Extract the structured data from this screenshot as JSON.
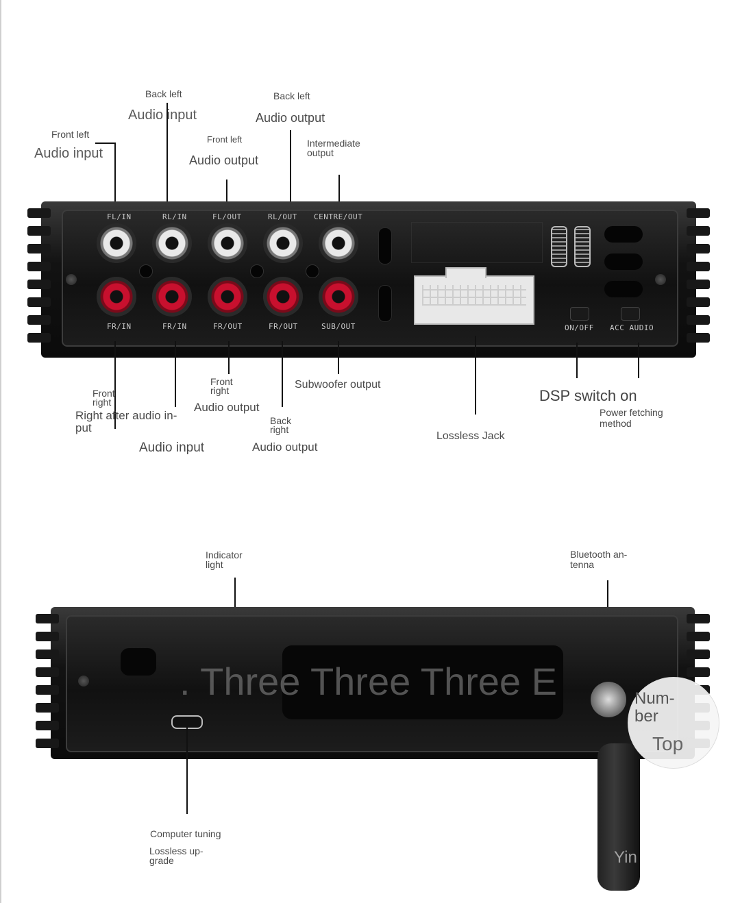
{
  "front_labels": {
    "fl_in_top": "Front left",
    "fl_in_bottom": "Audio input",
    "rl_in_top": "Back left",
    "rl_in_bottom": "Audio input",
    "fl_out_top": "Front left",
    "fl_out_bottom": "Audio output",
    "rl_out_top": "Back left",
    "rl_out_bottom": "Audio output",
    "centre_top": "Intermediate",
    "centre_bottom": "output",
    "fr_in_top": "Front",
    "fr_in_top2": "right",
    "fr_in_bottom1": "Right after audio in-",
    "fr_in_bottom2": "put",
    "rr_in_bottom": "Audio input",
    "fr_out_top": "Front",
    "fr_out_top2": "right",
    "fr_out_bottom": "Audio output",
    "rr_out_top": "Back",
    "rr_out_top2": "right",
    "rr_out_bottom": "Audio output",
    "sub_out": "Subwoofer output",
    "lossless_jack": "Lossless Jack",
    "dsp_switch": "DSP switch on",
    "power_fetch1": "Power fetching",
    "power_fetch2": "method"
  },
  "ports": {
    "fl_in": "FL/IN",
    "rl_in": "RL/IN",
    "fl_out": "FL/OUT",
    "rl_out": "RL/OUT",
    "centre_out": "CENTRE/OUT",
    "fr_in": "FR/IN",
    "rr_in": "FR/IN",
    "fr_out": "FR/OUT",
    "rr_out": "FR/OUT",
    "sub_out": "SUB/OUT",
    "on_off": "ON/OFF",
    "acc_audio": "ACC AUDIO"
  },
  "back_labels": {
    "indicator1": "Indicator",
    "indicator2": "light",
    "bt1": "Bluetooth an-",
    "bt2": "tenna",
    "computer_tuning": "Computer tuning",
    "lossless_up1": "Lossless up-",
    "lossless_up2": "grade",
    "watermark": ". Three Three Three E",
    "badge1": "Num-",
    "badge2": "ber",
    "badge3": "Top",
    "corner": "Yin"
  }
}
